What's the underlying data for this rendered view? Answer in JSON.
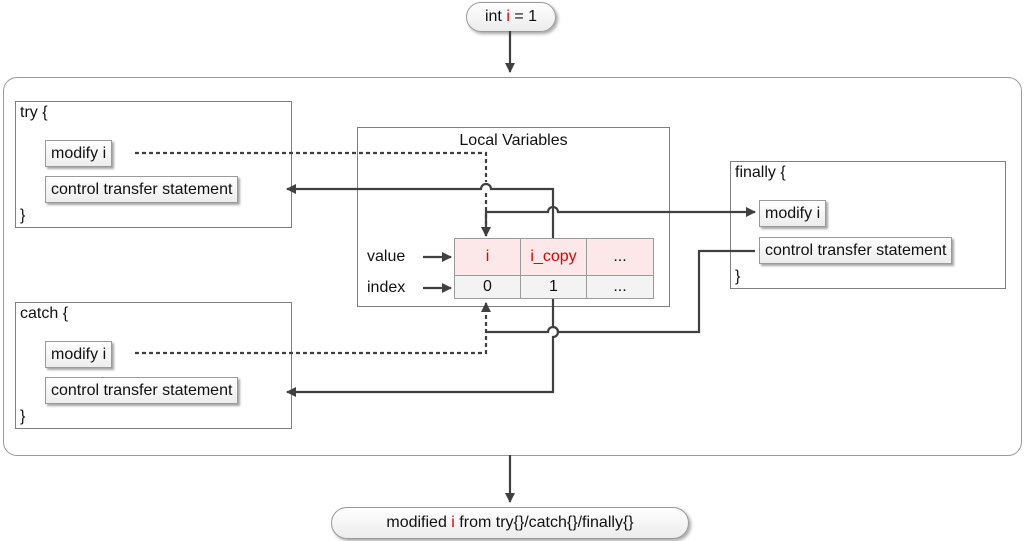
{
  "start": {
    "prefix": "int ",
    "var": "i",
    "suffix": " = 1"
  },
  "end": {
    "prefix": "modified ",
    "var": "i",
    "suffix": " from try{}/catch{}/finally{}"
  },
  "try_block": {
    "open": "try {",
    "modify": "modify i",
    "transfer": "control transfer statement",
    "close": "}"
  },
  "catch_block": {
    "open": "catch {",
    "modify": "modify i",
    "transfer": "control transfer statement",
    "close": "}"
  },
  "finally_block": {
    "open": "finally {",
    "modify": "modify i",
    "transfer": "control transfer statement",
    "close": "}"
  },
  "local_vars": {
    "title": "Local Variables",
    "row_labels": {
      "value": "value",
      "index": "index"
    },
    "values": [
      "i",
      "i_copy",
      "..."
    ],
    "indexes": [
      "0",
      "1",
      "..."
    ]
  },
  "colors": {
    "highlight": "#e00000",
    "line": "#404040"
  }
}
